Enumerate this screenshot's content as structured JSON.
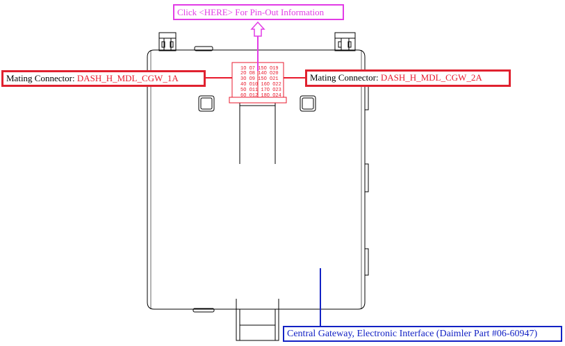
{
  "pinout_link": {
    "text": "Click <HERE> For Pin-Out Information"
  },
  "connector_1a": {
    "label": "Mating Connector: ",
    "name": "DASH_H_MDL_CGW_1A"
  },
  "connector_2a": {
    "label": "Mating Connector: ",
    "name": "DASH_H_MDL_CGW_2A"
  },
  "part_label": {
    "text": "Central Gateway, Electronic Interface (Daimler Part #06-60947)"
  },
  "connector_pins": {
    "row1": "1O O7 15O O19",
    "row2": "2O O8 14O O20",
    "row3": "3O O9 15O O21",
    "row4": "4O O10 16O O22",
    "row5": "5O O11 17O O23",
    "row6": "6O O12 18O O24"
  },
  "colors": {
    "outline": "#000000",
    "connector": "#e8192c",
    "pinout_link": "#e23be6",
    "part_label": "#1221c4"
  }
}
